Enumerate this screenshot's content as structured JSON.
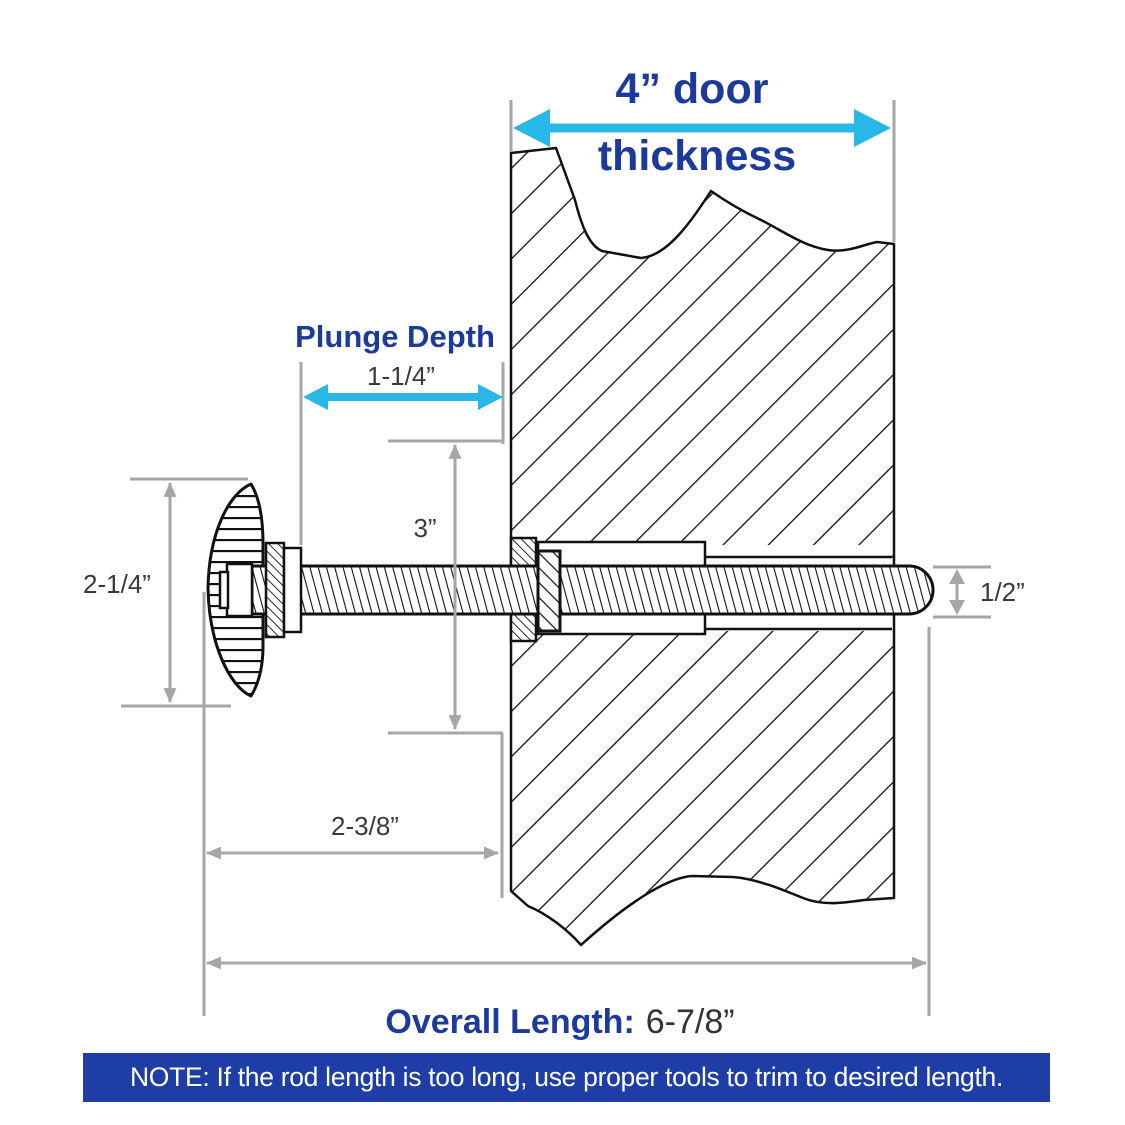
{
  "labels": {
    "door_thickness_line1": "4” door",
    "door_thickness_line2": "thickness",
    "plunge_depth_title": "Plunge Depth",
    "plunge_depth_value": "1-1/4”",
    "bore_height_value": "3”",
    "knob_height_value": "2-1/4”",
    "rod_tip_diameter_value": "1/2”",
    "knob_to_door_value": "2-3/8”",
    "overall_length_label": "Overall Length:",
    "overall_length_value": "6-7/8”"
  },
  "note": {
    "text": "NOTE: If the rod length is too long, use proper tools to trim to desired length."
  },
  "colors": {
    "accent_blue": "#1b3a9b",
    "arrow_cyan": "#29b7e8",
    "dimension_gray": "#a6a6a6",
    "note_background": "#1e3da6",
    "line_black": "#111111"
  }
}
